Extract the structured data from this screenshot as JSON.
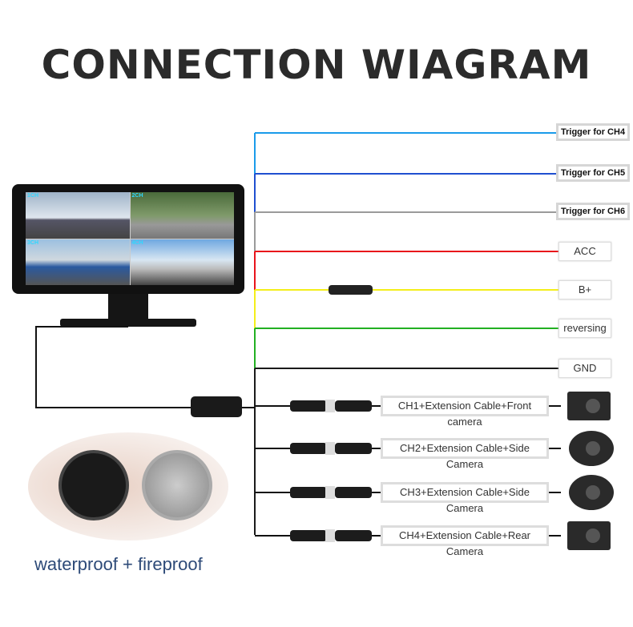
{
  "title": "CONNECTION WIAGRAM",
  "monitor": {
    "channels": [
      "1CH",
      "2CH",
      "3CH",
      "4CH"
    ]
  },
  "wires": [
    {
      "label": "Trigger for CH4",
      "color": "#1a9bea"
    },
    {
      "label": "Trigger for CH5",
      "color": "#1f4fd0"
    },
    {
      "label": "Trigger for CH6",
      "color": "#9a9a9a"
    },
    {
      "label": "ACC",
      "color": "#e8141b"
    },
    {
      "label": "B+",
      "color": "#f4ee1a"
    },
    {
      "label": "reversing",
      "color": "#22b022"
    },
    {
      "label": "GND",
      "color": "#1a1a1a"
    }
  ],
  "cameras": [
    {
      "label": "CH1+Extension Cable+Front camera",
      "type": "box-camera"
    },
    {
      "label": "CH2+Extension Cable+Side Camera",
      "type": "side-camera"
    },
    {
      "label": "CH3+Extension Cable+Side Camera",
      "type": "side-camera"
    },
    {
      "label": "CH4+Extension Cable+Rear Camera",
      "type": "box-camera"
    }
  ],
  "connector_caption": "waterproof + fireproof"
}
